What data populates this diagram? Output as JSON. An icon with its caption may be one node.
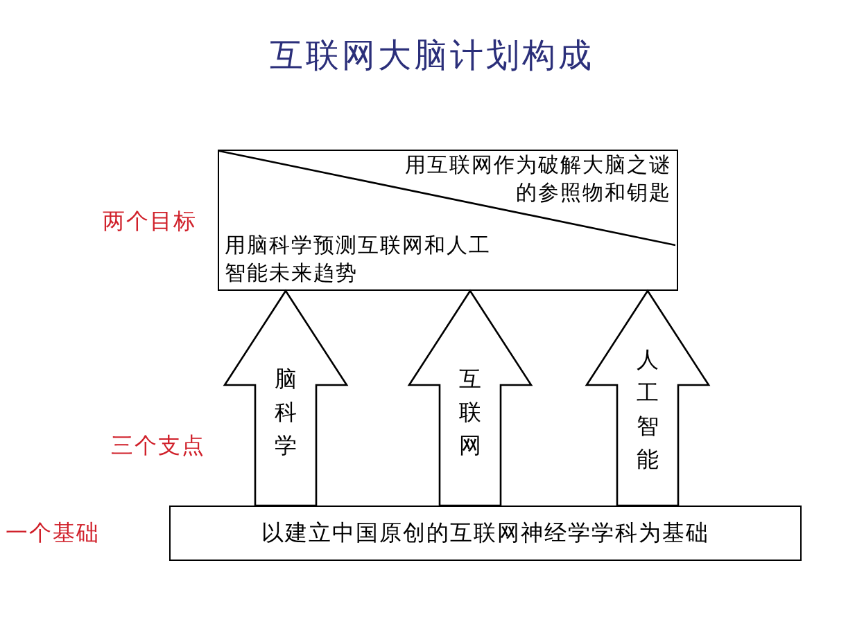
{
  "diagram": {
    "title": "互联网大脑计划构成",
    "nodes": [
      {
        "text": [
          "用互联网作为破解大脑之谜的参照物和钥匙",
          "用脑科学预测互联网和人工智能未来趋势"
        ],
        "beside": [
          "两个目标"
        ]
      },
      {
        "text": [
          "以建立中国原创的互联网神经学学科为基础"
        ],
        "beside": [
          "一个基础"
        ]
      }
    ],
    "edges": [
      {
        "from": 1,
        "to": 0,
        "arrow": "to",
        "label": "脑科学"
      },
      {
        "from": 1,
        "to": 0,
        "arrow": "to",
        "label": "互联网"
      },
      {
        "from": 1,
        "to": 0,
        "arrow": "to",
        "label": "人工智能"
      }
    ],
    "labels": [
      "三个支点"
    ]
  }
}
